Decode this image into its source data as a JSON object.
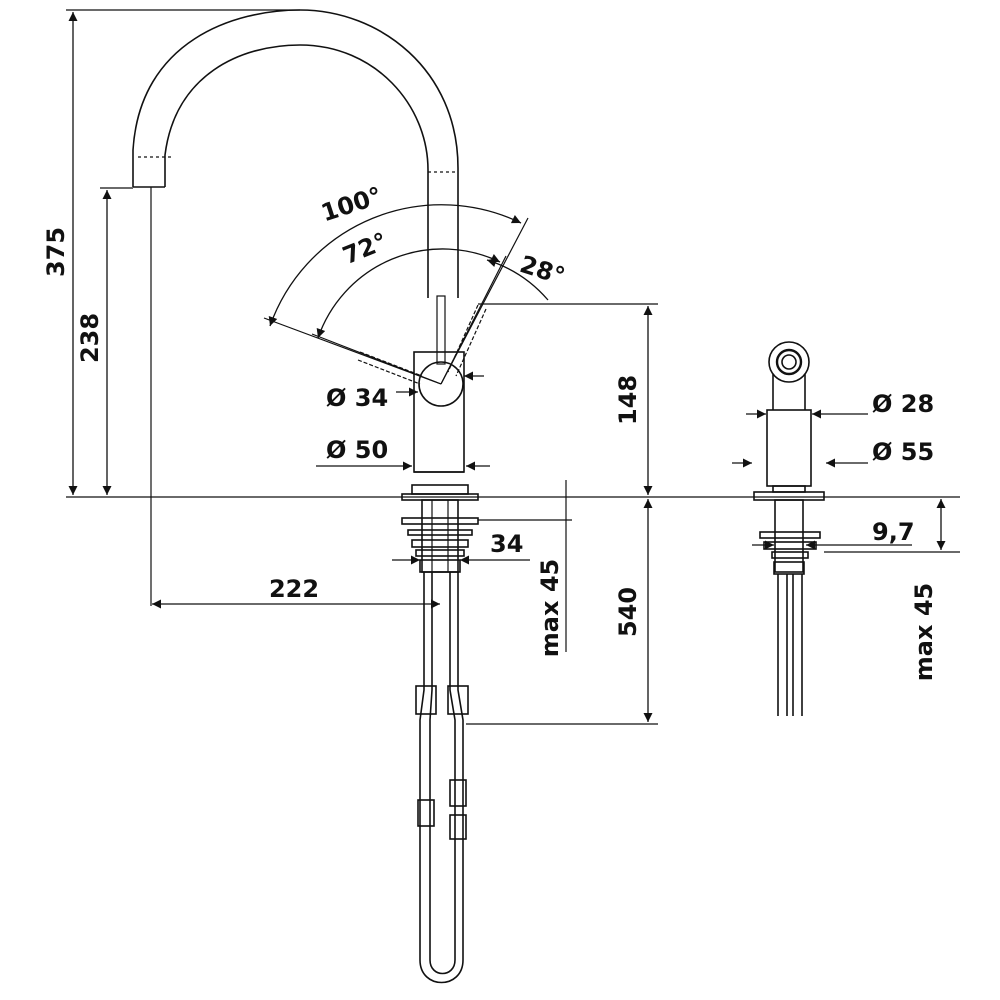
{
  "dimensions": {
    "height_total": "375",
    "spout_height": "238",
    "angle_outer": "100°",
    "angle_inner": "72°",
    "angle_small": "28°",
    "lever_diameter": "Ø 34",
    "body_diameter": "Ø 50",
    "body_height": "148",
    "shank_diameter": "34",
    "max_deck": "max 45",
    "hose_length": "540",
    "reach": "222",
    "side_top_diameter": "Ø 28",
    "side_body_diameter": "Ø 55",
    "side_plate": "9,7",
    "side_max_deck": "max 45"
  }
}
